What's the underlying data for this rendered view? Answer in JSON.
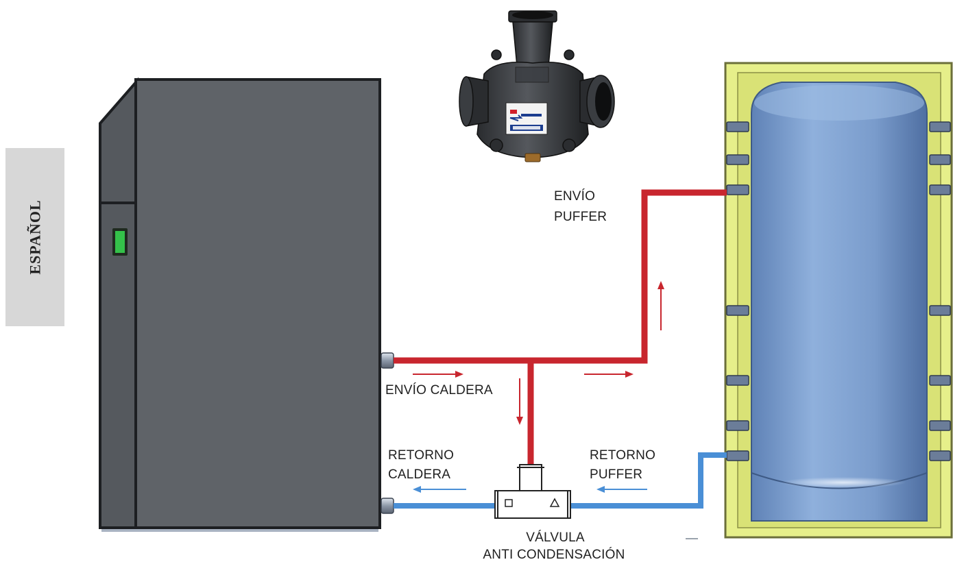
{
  "language_tab": {
    "label": "ESPAÑOL"
  },
  "labels": {
    "supply_puffer": [
      "ENVÍO",
      "PUFFER"
    ],
    "supply_boiler": "ENVÍO CALDERA",
    "return_boiler": [
      "RETORNO",
      "CALDERA"
    ],
    "return_puffer": [
      "RETORNO",
      "PUFFER"
    ],
    "valve": [
      "VÁLVULA",
      "ANTI CONDENSACIÓN"
    ]
  },
  "colors": {
    "supply_pipe": "#c8262e",
    "return_pipe": "#4a8fd6",
    "boiler_body": "#5f6368",
    "tank_insulation": "#e6ef8a",
    "tank_body": "#7ea1cf",
    "status_light": "#34c14a"
  }
}
